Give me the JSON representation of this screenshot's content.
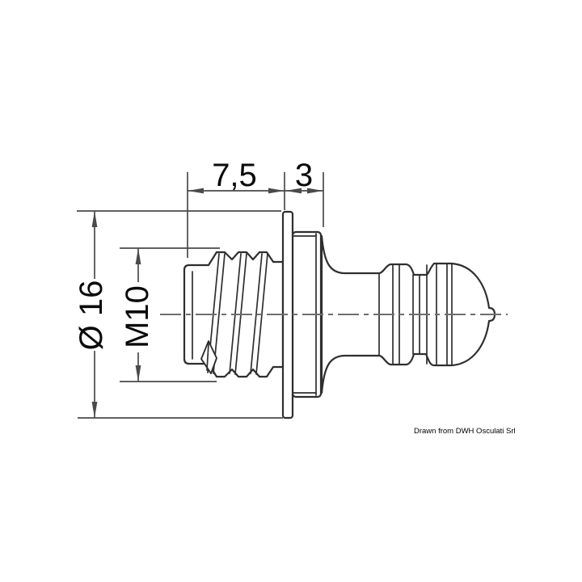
{
  "drawing": {
    "type": "technical-drawing",
    "part": "threaded ball stud with flange",
    "dimension_labels": {
      "thread_length": "7,5",
      "head_length": "3",
      "flange_diameter": "Ø 16",
      "thread_size": "M10"
    },
    "credit": "Drawn from DWH Osculati Srl",
    "colors": {
      "background": "#ffffff",
      "part_outline": "#2f2f2f",
      "dimension_lines": "#4a4a4a",
      "centerline": "#6e6e6e",
      "label_text": "#0a0a0a"
    }
  }
}
